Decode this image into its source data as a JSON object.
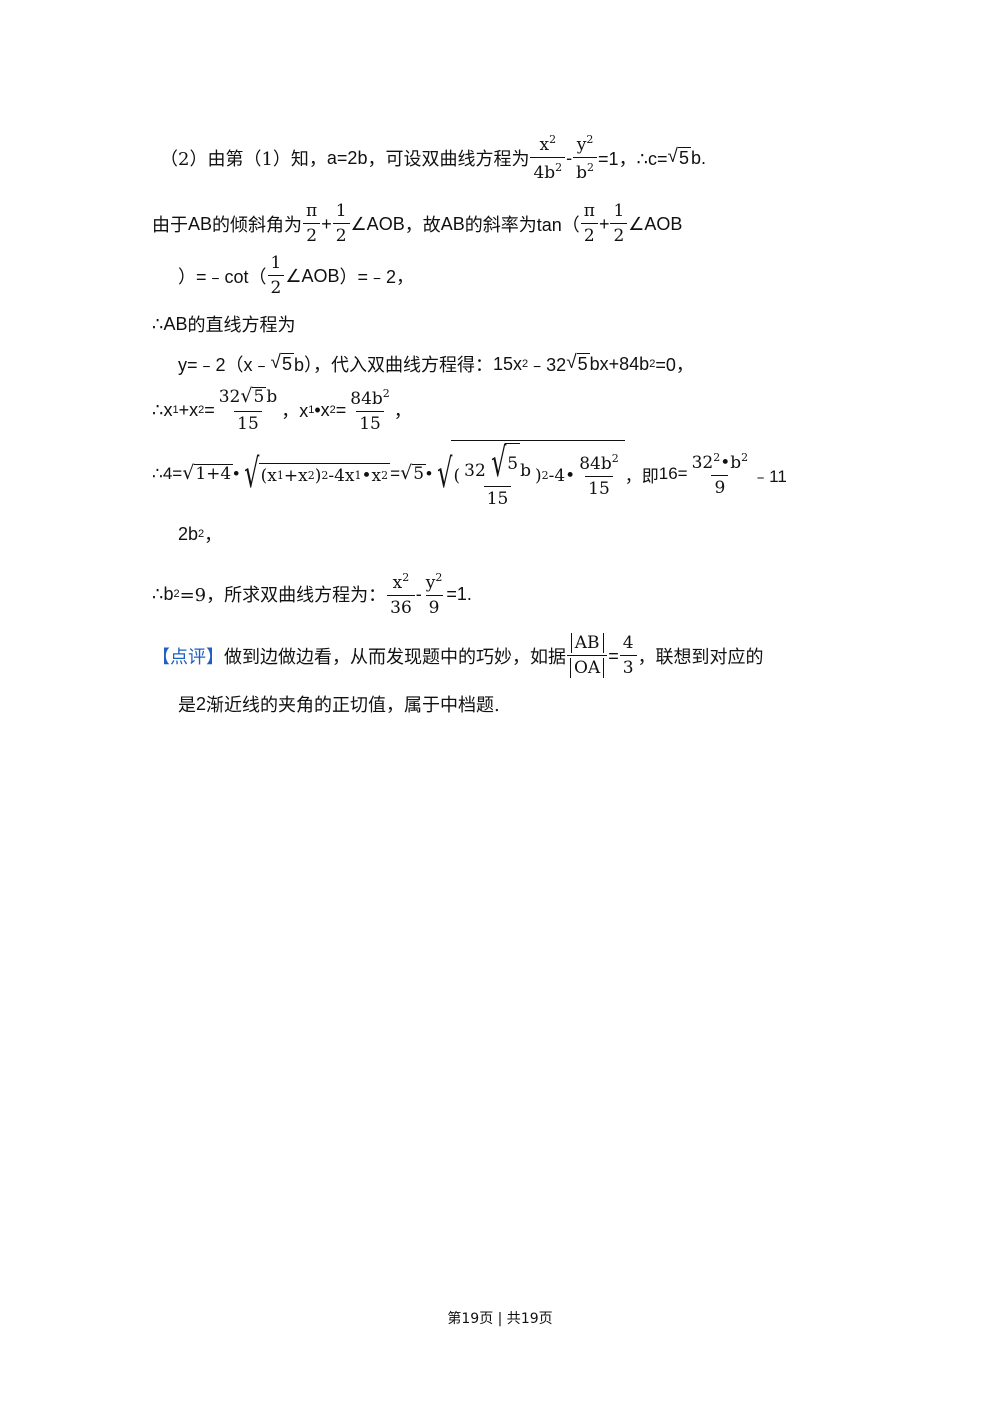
{
  "lines": {
    "l1": {
      "a": "（2）由第（1）知，",
      "b": "a=2b",
      "c": "，可设双曲线方程为",
      "f1n": "x",
      "f1ns": "2",
      "f1d": "4b",
      "f1ds": "2",
      "d": " - ",
      "f2n": "y",
      "f2ns": "2",
      "f2d": "b",
      "f2ds": "2",
      "e": "=1，∴c=",
      "r": "5",
      "g": "b."
    },
    "l2": {
      "a": "由于",
      "b": "AB",
      "c": "的倾斜角为",
      "fpn": "π",
      "fpd": "2",
      "p": "+",
      "fhn": "1",
      "fhd": "2",
      "ang": "∠AOB",
      "d": "，故",
      "e": "AB",
      "f": "的斜率为",
      "g": "tan（",
      "q": "+",
      "ang2": "∠AOB"
    },
    "l3": {
      "a": "）=﹣cot（",
      "ang": "∠AOB",
      "b": "）=﹣2，"
    },
    "l4": {
      "a": "∴AB",
      "b": "的直线方程为"
    },
    "l5": {
      "a": "y=﹣2（x﹣",
      "r": "5",
      "b": "b），",
      "c": "代入双曲线方程得：",
      "d": "15x",
      "ds": "2",
      "e": "﹣32",
      "r2": "5",
      "f": "bx+84b",
      "fs": "2",
      "g": "=0，"
    },
    "l6": {
      "a": "∴x",
      "as": "1",
      "b": "+x",
      "bs": "2",
      "c": "=",
      "f1n": "32",
      "r": "5",
      "f1nb": "b",
      "f1d": "15",
      "d": "，x",
      "dsub": "1",
      "e": "•x",
      "esub": "2",
      "f": "=",
      "f2n": "84b",
      "f2ns": "2",
      "f2d": "15",
      "g": "，"
    },
    "l7": {
      "a": "∴4=",
      "r1": "1+4",
      "dot": "•",
      "b1": "(x",
      "b1s": "1",
      "b2": "+x",
      "b2s": "2",
      "b3": ")",
      "b3s": "2",
      "b4": "-4x",
      "b4s": "1",
      "b5": "•x",
      "b5s": "2",
      "eq": "=",
      "r2": "5",
      "dot2": "•",
      "c1": "(",
      "c1n": "32",
      "c1r": "5",
      "c1nb": "b",
      "c1d": "15",
      "c2": ")",
      "c2s": "2",
      "c3": "-4•",
      "c4n": "84b",
      "c4ns": "2",
      "c4d": "15",
      "d": "，即",
      "e": "16=",
      "f1n": "32",
      "f1ns": "2",
      "f1nb": "•b",
      "f1nbs": "2",
      "f1d": "9",
      "g": "﹣11"
    },
    "l8": {
      "a": "2b",
      "as": "2",
      "b": "，"
    },
    "l9": {
      "a": "∴b",
      "as": "2",
      "b": "=9，所求双曲线方程为：",
      "f1n": "x",
      "f1ns": "2",
      "f1d": "36",
      "c": " - ",
      "f2n": "y",
      "f2ns": "2",
      "f2d": "9",
      "d": "=1."
    },
    "l10": {
      "tag": "【点评】",
      "a": "做到边做边看，从而发现题中的巧妙，如据",
      "fn": "AB",
      "fd": "OA",
      "b": "=",
      "f2n": "4",
      "f2d": "3",
      "c": "，联想到对应的"
    },
    "l11": {
      "a": "是",
      "b": "2",
      "c": "渐近线的夹角的正切值，属于中档题."
    }
  },
  "footer": {
    "a": "第",
    "b": "19",
    "c": "页 | 共",
    "d": "19",
    "e": "页"
  }
}
